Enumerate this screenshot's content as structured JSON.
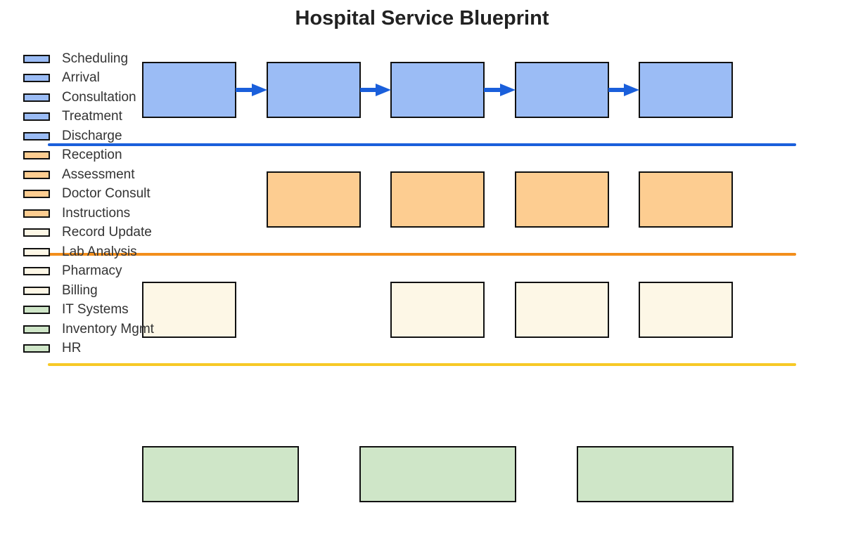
{
  "title": "Hospital Service Blueprint",
  "legend": {
    "items": [
      {
        "label": "Scheduling",
        "color": "#9bbcf5"
      },
      {
        "label": "Arrival",
        "color": "#9bbcf5"
      },
      {
        "label": "Consultation",
        "color": "#9bbcf5"
      },
      {
        "label": "Treatment",
        "color": "#9bbcf5"
      },
      {
        "label": "Discharge",
        "color": "#9bbcf5"
      },
      {
        "label": "Reception",
        "color": "#fdcd91"
      },
      {
        "label": "Assessment",
        "color": "#fdcd91"
      },
      {
        "label": "Doctor Consult",
        "color": "#fdcd91"
      },
      {
        "label": "Instructions",
        "color": "#fdcd91"
      },
      {
        "label": "Record Update",
        "color": "#fdf7e6"
      },
      {
        "label": "Lab Analysis",
        "color": "#fdf7e6"
      },
      {
        "label": "Pharmacy",
        "color": "#fdf7e6"
      },
      {
        "label": "Billing",
        "color": "#fdf7e6"
      },
      {
        "label": "IT Systems",
        "color": "#cfe6c8"
      },
      {
        "label": "Inventory Mgmt",
        "color": "#cfe6c8"
      },
      {
        "label": "HR",
        "color": "#cfe6c8"
      }
    ]
  },
  "lanes": [
    {
      "name": "customer-actions",
      "color": "#9bbcf5",
      "slots": [
        0,
        1,
        2,
        3,
        4
      ],
      "arrows": true
    },
    {
      "name": "frontstage",
      "color": "#fdcd91",
      "slots": [
        1,
        2,
        3,
        4
      ],
      "arrows": false
    },
    {
      "name": "backstage",
      "color": "#fdf7e6",
      "slots": [
        0,
        2,
        3,
        4
      ],
      "arrows": false
    },
    {
      "name": "support",
      "color": "#cfe6c8",
      "wide_count": 3
    }
  ],
  "separators": [
    {
      "name": "line-of-interaction",
      "color": "#1a5fdb"
    },
    {
      "name": "line-of-visibility",
      "color": "#f28e1c"
    },
    {
      "name": "line-of-internal-interaction",
      "color": "#f7c926"
    }
  ],
  "arrow_color": "#1a5fdb"
}
